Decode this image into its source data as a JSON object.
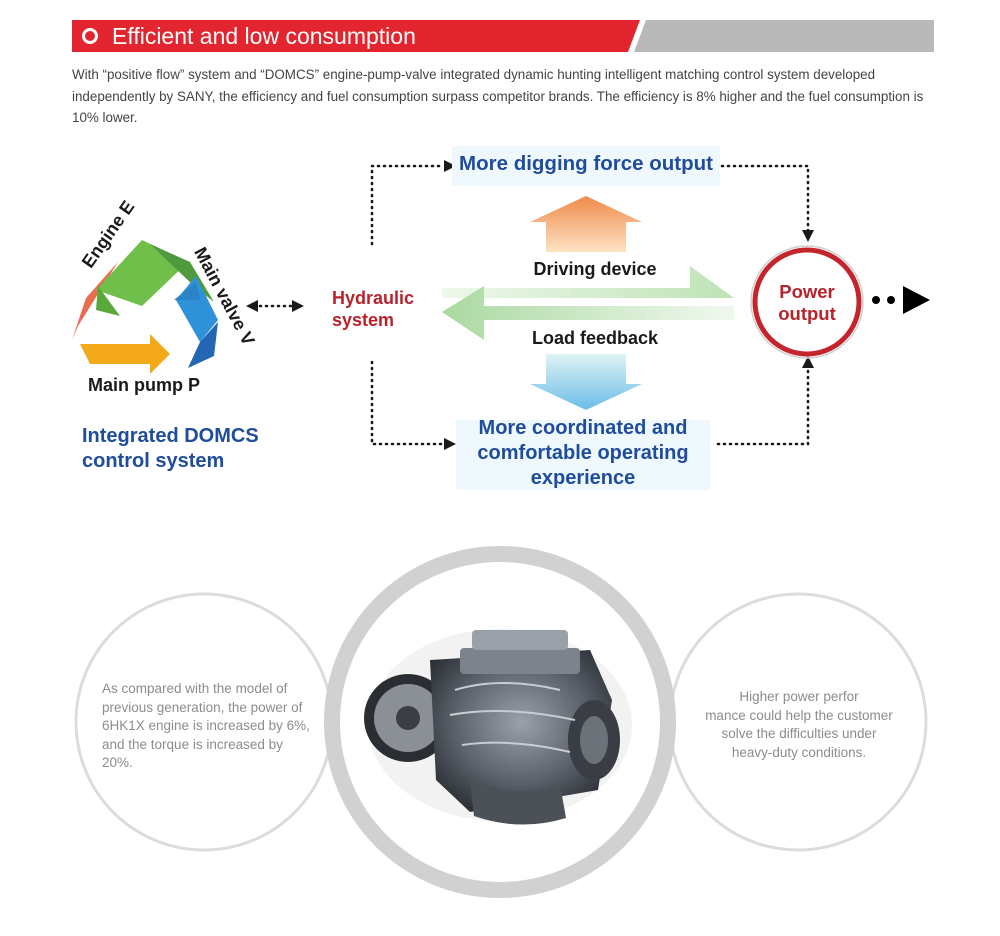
{
  "header": {
    "title": "Efficient and low consumption",
    "intro": "With “positive flow” system and “DOMCS” engine-pump-valve integrated dynamic hunting intelligent matching control system developed independently by SANY, the efficiency and fuel consumption surpass competitor brands. The efficiency is 8% higher and the fuel consumption is 10% lower."
  },
  "diagram": {
    "digging": "More digging force output",
    "driving": "Driving device",
    "load": "Load feedback",
    "hydraulic": [
      "Hydraulic",
      "system"
    ],
    "power": [
      "Power",
      "output"
    ],
    "coordinated": [
      "More coordinated and",
      "comfortable operating",
      "experience"
    ],
    "cycle": {
      "engine": "Engine E",
      "valve": "Main valve V",
      "pump": "Main pump P"
    },
    "domcs": [
      "Integrated DOMCS",
      "control system"
    ]
  },
  "bottom": {
    "left_text": "As compared with the model of previous generation, the power of 6HK1X engine is increased by 6%, and the torque is increased by 20%.",
    "right_text": [
      "Higher power perfor",
      "mance could help the customer",
      "solve the difficulties under",
      "heavy-duty conditions."
    ]
  },
  "colors": {
    "accent_red": "#e2252e",
    "banner_grey": "#b9b9b9",
    "diagram_blue": "#1f4d9c",
    "diagram_red": "#b8232b"
  }
}
